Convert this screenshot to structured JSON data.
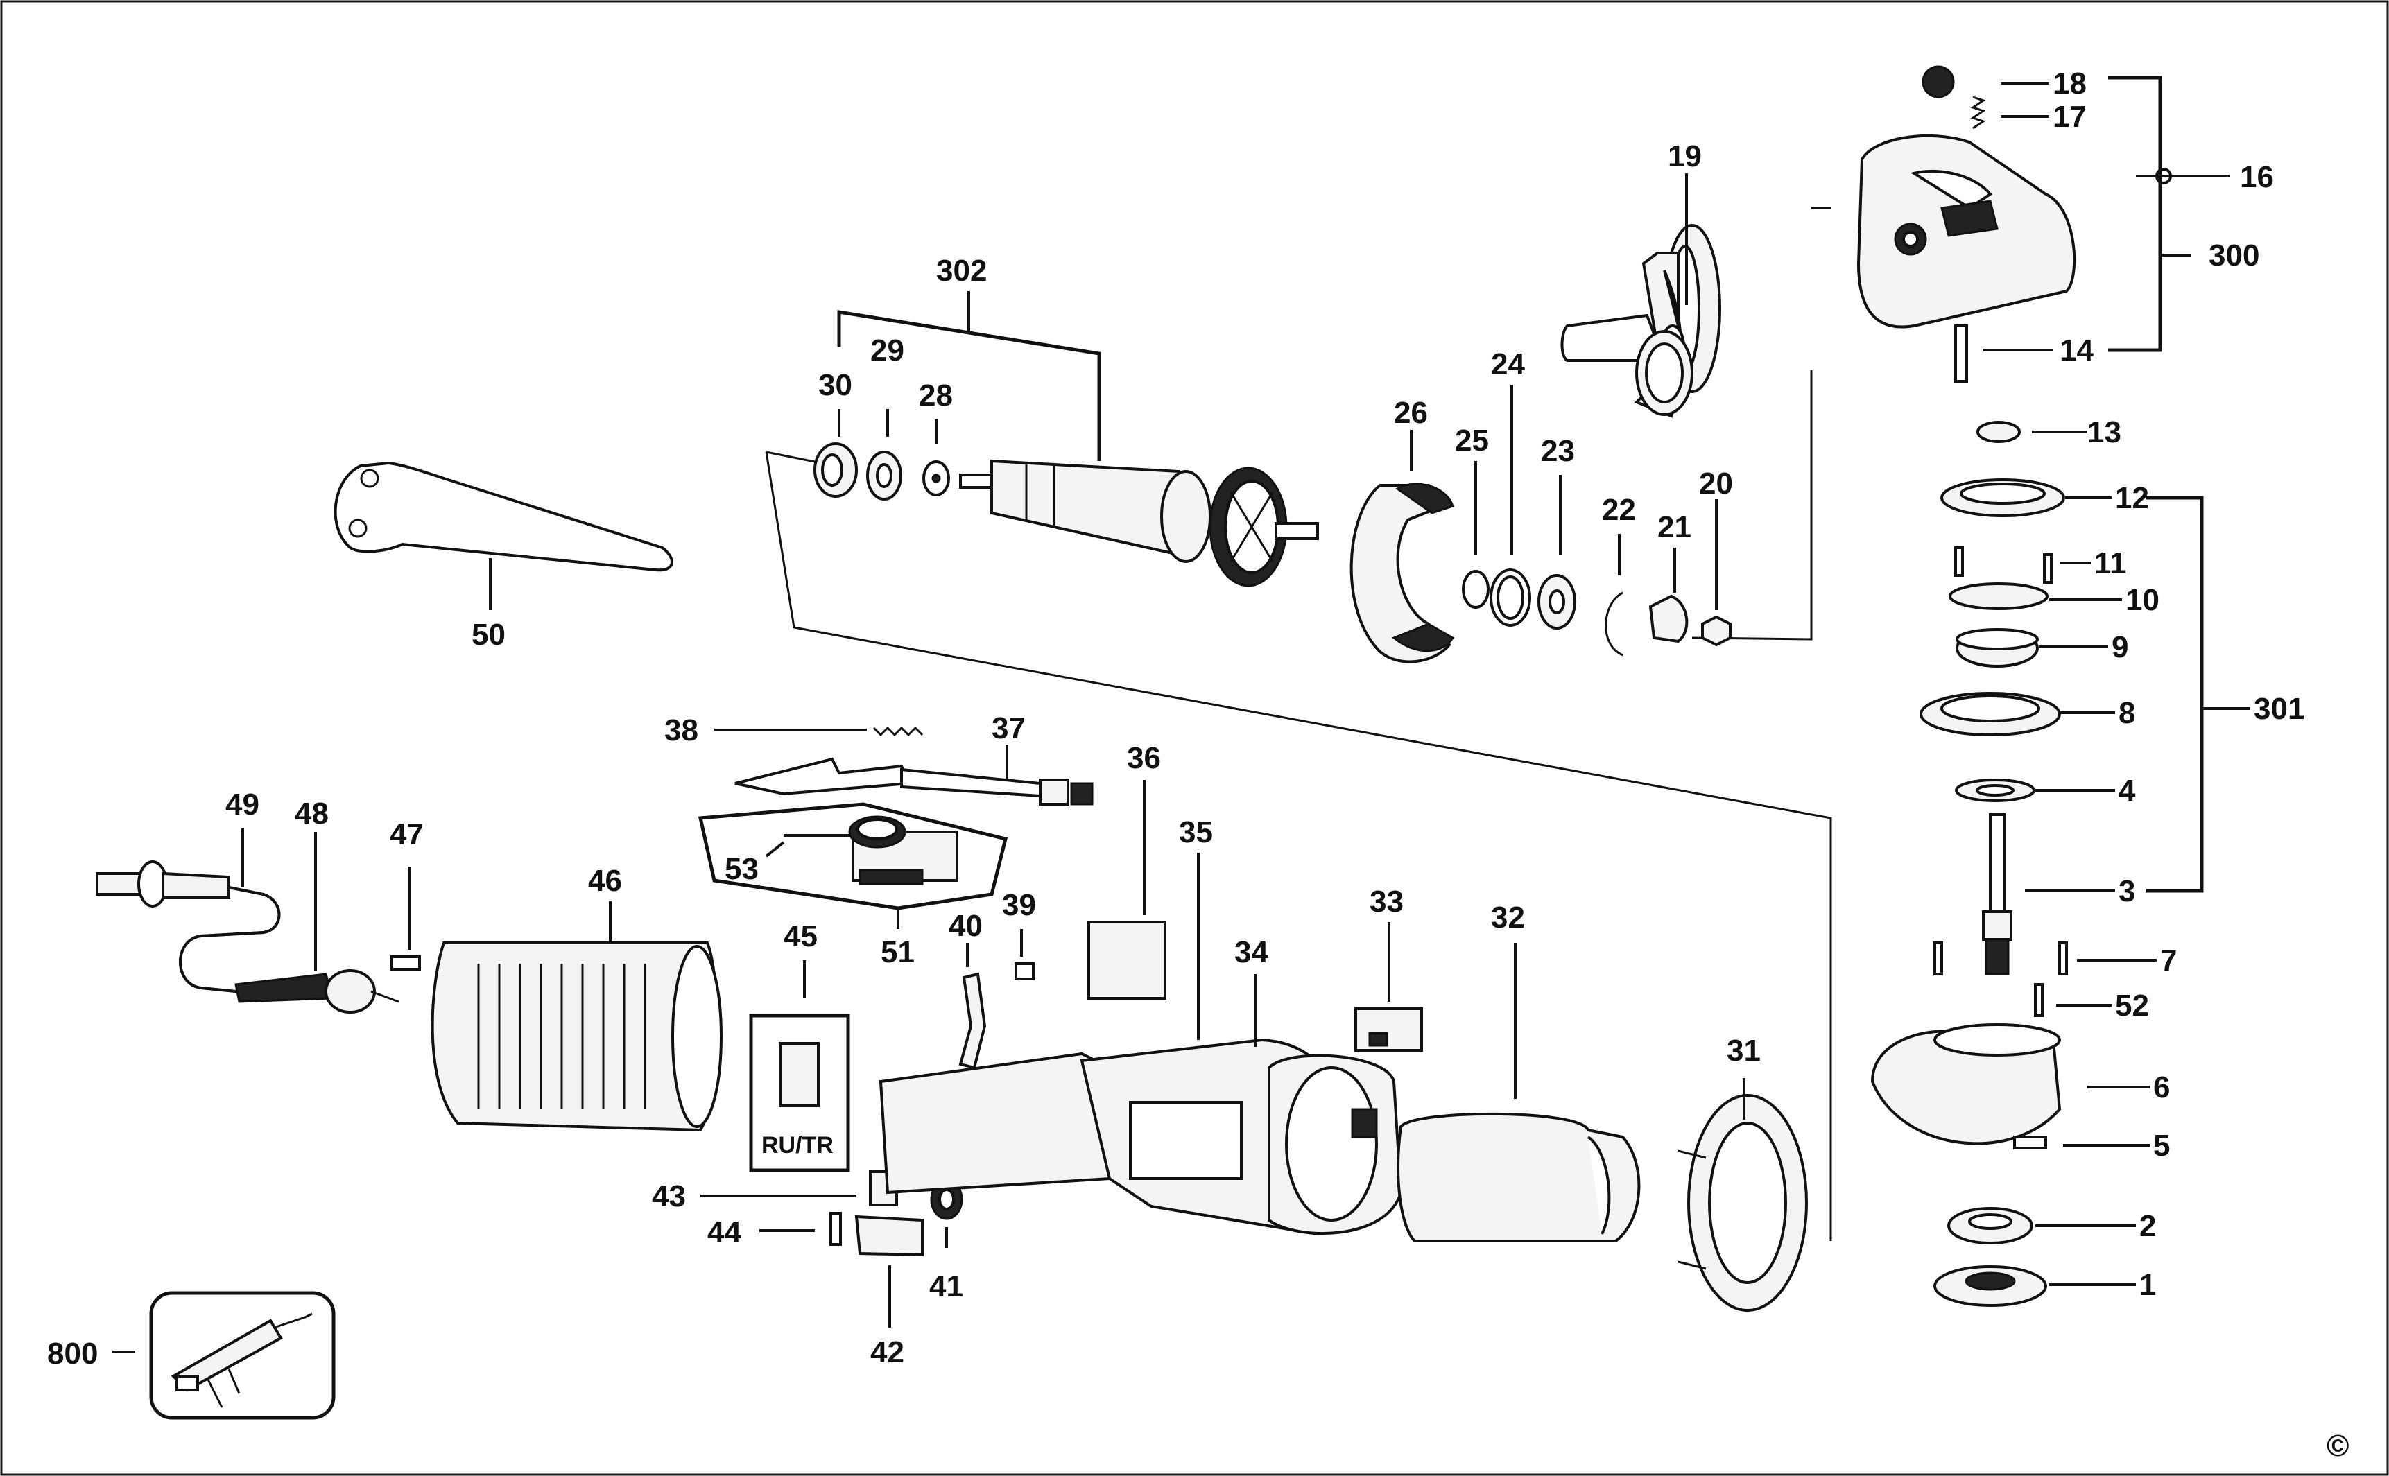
{
  "diagram": {
    "labels": {
      "p1": "1",
      "p2": "2",
      "p3": "3",
      "p4": "4",
      "p5": "5",
      "p6": "6",
      "p7": "7",
      "p8": "8",
      "p9": "9",
      "p10": "10",
      "p11": "11",
      "p12": "12",
      "p13": "13",
      "p14": "14",
      "p16": "16",
      "p17": "17",
      "p18": "18",
      "p19": "19",
      "p20": "20",
      "p21": "21",
      "p22": "22",
      "p23": "23",
      "p24": "24",
      "p25": "25",
      "p26": "26",
      "p28": "28",
      "p29": "29",
      "p30": "30",
      "p31": "31",
      "p32": "32",
      "p33": "33",
      "p34": "34",
      "p35": "35",
      "p36": "36",
      "p37": "37",
      "p38": "38",
      "p39": "39",
      "p40": "40",
      "p41": "41",
      "p42": "42",
      "p43": "43",
      "p44": "44",
      "p45": "45",
      "p46": "46",
      "p47": "47",
      "p48": "48",
      "p49": "49",
      "p50": "50",
      "p51": "51",
      "p52": "52",
      "p53": "53",
      "p300": "300",
      "p301": "301",
      "p302": "302",
      "p800": "800"
    },
    "box_text": "RU/TR",
    "copyright": "©"
  }
}
